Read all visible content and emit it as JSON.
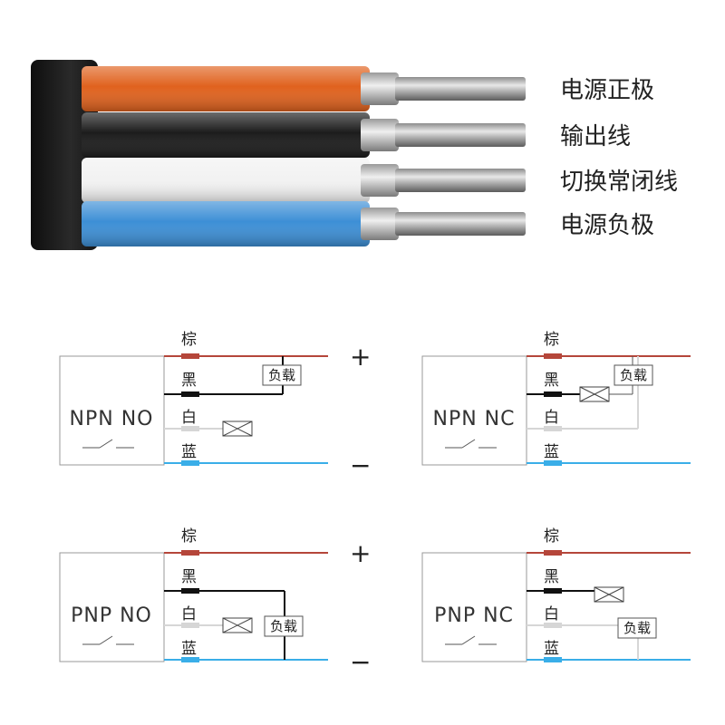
{
  "cable": {
    "labels": [
      "电源正极",
      "输出线",
      "切换常闭线",
      "电源负极"
    ],
    "colors": [
      "#e0621e",
      "#1c1c1c",
      "#f2f2f2",
      "#3d8fd6"
    ]
  },
  "wire_colors": {
    "brown": "#b5463a",
    "black": "#111111",
    "white": "#d6d6d6",
    "blue": "#3aaee8"
  },
  "wire_labels": {
    "brown": "棕",
    "black": "黑",
    "white": "白",
    "blue": "蓝"
  },
  "signs": {
    "plus": "+",
    "minus": "−"
  },
  "load_label": "负载",
  "diagrams": [
    {
      "title": "NPN NO",
      "type": "npn_no"
    },
    {
      "title": "NPN NC",
      "type": "npn_nc"
    },
    {
      "title": "PNP NO",
      "type": "pnp_no"
    },
    {
      "title": "PNP NC",
      "type": "pnp_nc"
    }
  ]
}
